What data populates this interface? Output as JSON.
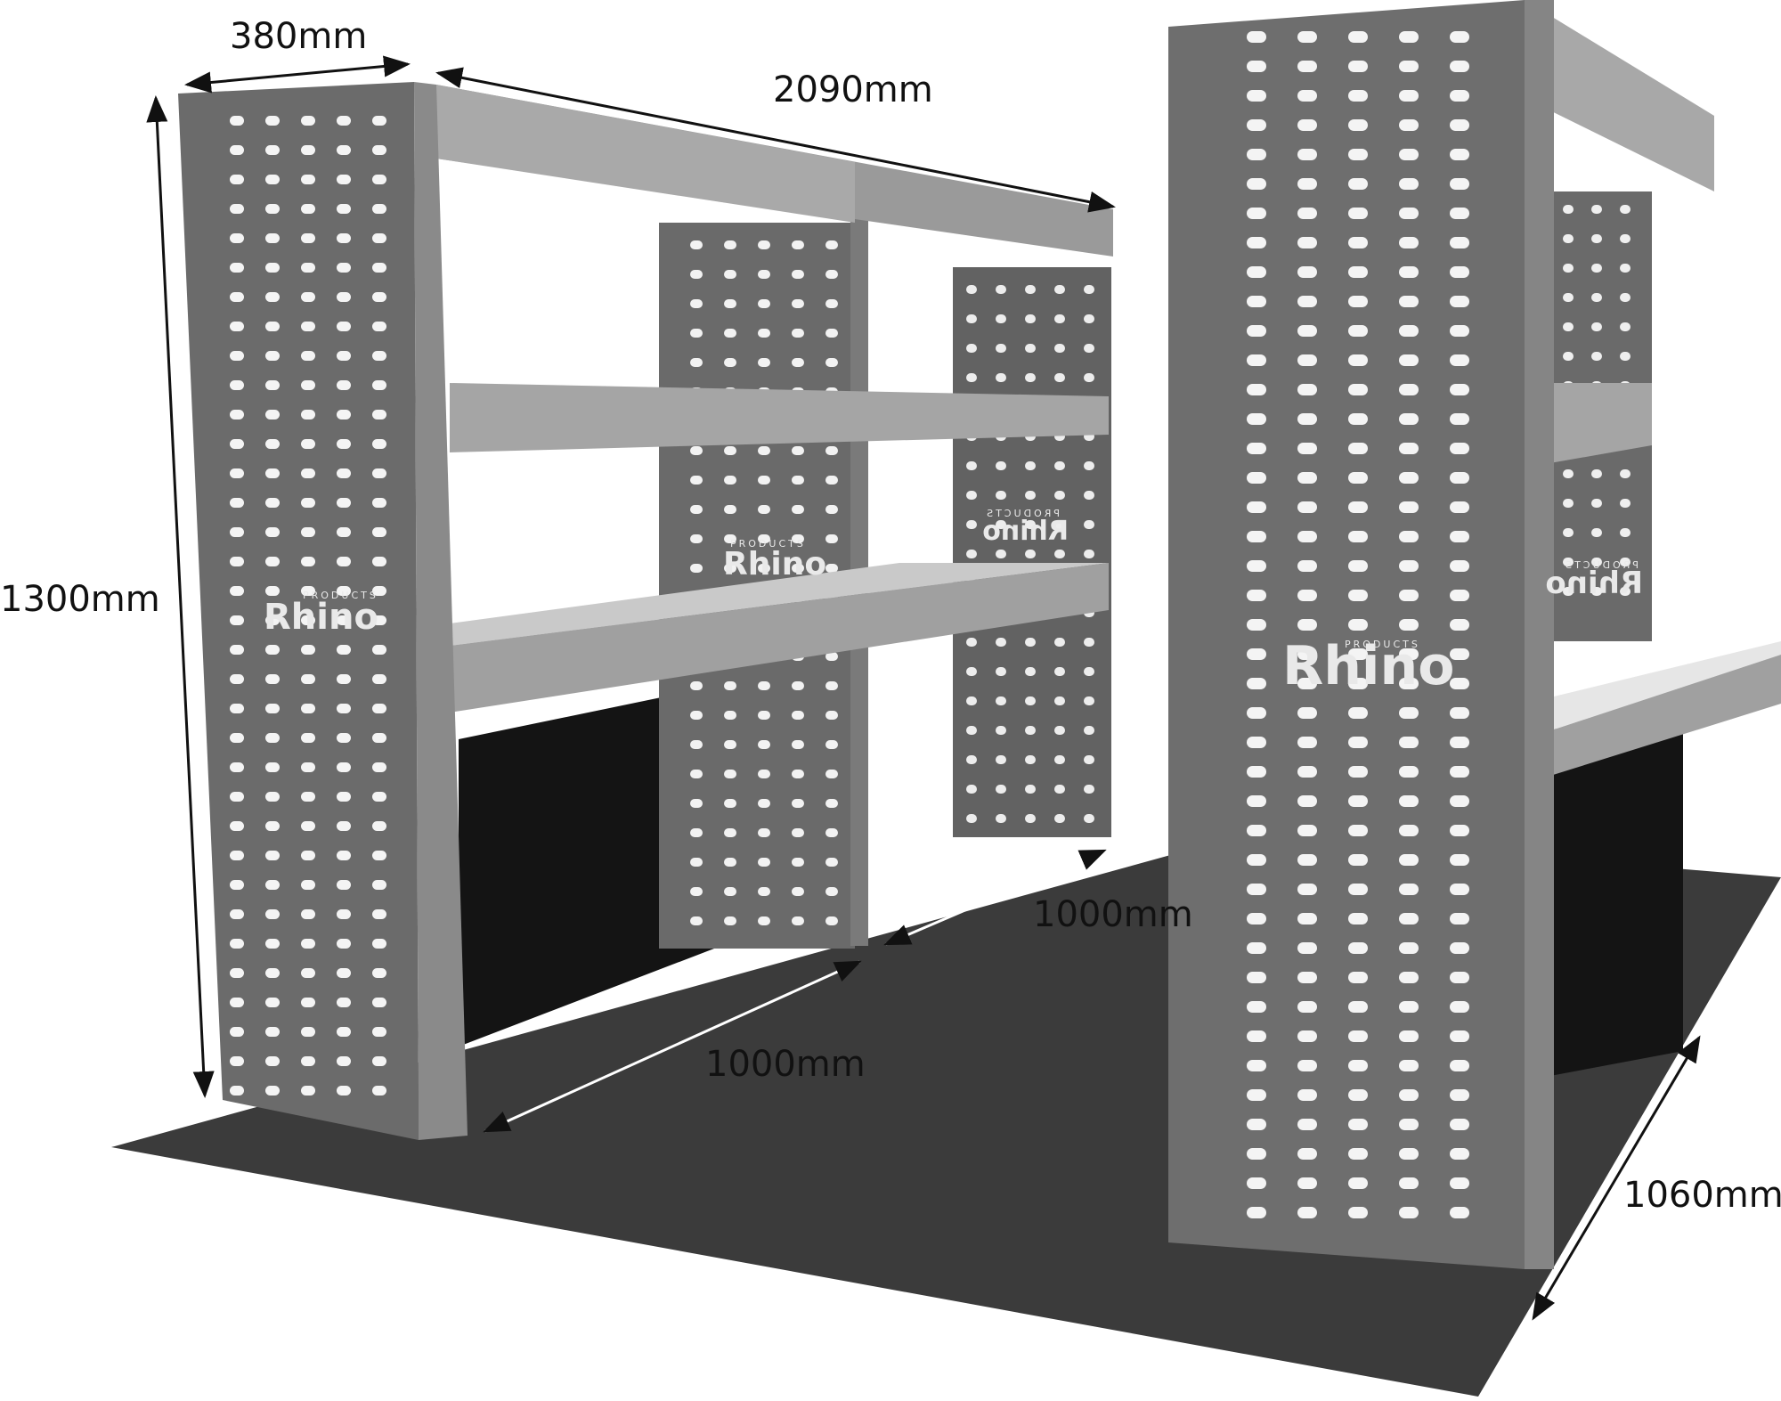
{
  "dimensions": {
    "depth_top": "380mm",
    "length_top": "2090mm",
    "height_left": "1300mm",
    "bay_front": "1000mm",
    "bay_rear": "1000mm",
    "floor_width": "1060mm"
  },
  "branding": {
    "logo_main": "Rhino",
    "logo_sub": "PRODUCTS"
  },
  "colors": {
    "panel": "#6a6a6a",
    "panel_dark": "#4e4e4e",
    "shelf": "#a8a8a8",
    "floor": "#3b3b3b",
    "background": "#ffffff"
  }
}
